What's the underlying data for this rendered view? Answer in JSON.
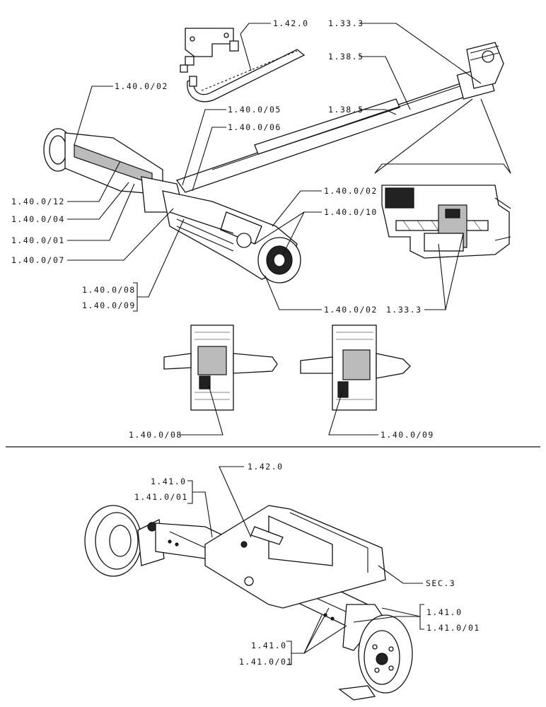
{
  "callouts": {
    "c_1_42_0_top": "1.42.0",
    "c_1_33_3_top": "1.33.3",
    "c_1_38_5_a": "1.38.5",
    "c_1_38_5_b": "1.38.5",
    "c_1_40_0_02_top": "1.40.0/02",
    "c_1_40_0_05": "1.40.0/05",
    "c_1_40_0_06": "1.40.0/06",
    "c_1_40_0_12": "1.40.0/12",
    "c_1_40_0_04": "1.40.0/04",
    "c_1_40_0_01": "1.40.0/01",
    "c_1_40_0_07": "1.40.0/07",
    "c_1_40_0_02_right": "1.40.0/02",
    "c_1_40_0_10": "1.40.0/10",
    "c_1_40_0_08_a": "1.40.0/08",
    "c_1_40_0_09_a": "1.40.0/09",
    "c_1_40_0_02_bottom": "1.40.0/02",
    "c_1_33_3_bottom": "1.33.3",
    "c_1_40_0_08_b": "1.40.0/08",
    "c_1_40_0_09_b": "1.40.0/09",
    "c_1_42_0_lower": "1.42.0",
    "c_1_41_0_left": "1.41.0",
    "c_1_41_0_01_left": "1.41.0/01",
    "c_sec_3": "SEC.3",
    "c_1_41_0_right": "1.41.0",
    "c_1_41_0_01_right": "1.41.0/01",
    "c_1_41_0_bottom": "1.41.0",
    "c_1_41_0_01_bottom": "1.41.0/01"
  }
}
